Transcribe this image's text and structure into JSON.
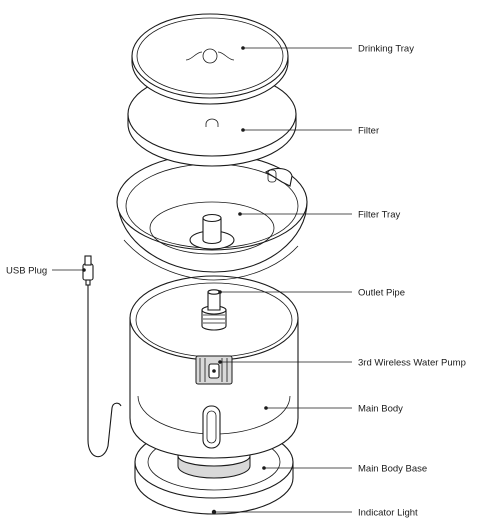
{
  "labels": {
    "drinking_tray": "Drinking Tray",
    "filter": "Filter",
    "filter_tray": "Filter Tray",
    "usb_plug": "USB Plug",
    "outlet_pipe": "Outlet Pipe",
    "water_pump": "3rd Wireless Water Pump",
    "main_body": "Main Body",
    "main_body_base": "Main Body Base",
    "indicator_light": "Indicator Light"
  }
}
